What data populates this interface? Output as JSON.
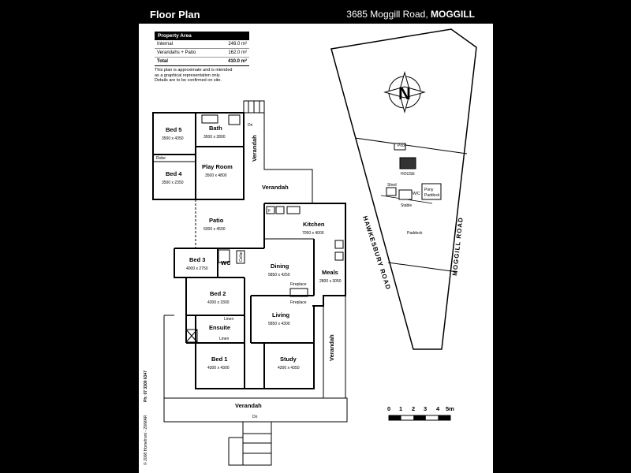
{
  "header": {
    "title": "Floor Plan",
    "address_prefix": "3685 Moggill Road, ",
    "address_suburb": "MOGGILL"
  },
  "property_area": {
    "heading": "Property Area",
    "rows": [
      {
        "label": "Internal",
        "value": "248.0 m²"
      },
      {
        "label": "Verandahs + Patio",
        "value": "162.0 m²"
      }
    ],
    "total": {
      "label": "Total",
      "value": "410.0 m²"
    },
    "note": [
      "This plan is approximate and is intended",
      "as a graphical representation only.",
      "Details are to be confirmed on site."
    ]
  },
  "rooms": {
    "bed5": {
      "name": "Bed 5",
      "dim": "3500 x 4350"
    },
    "bath": {
      "name": "Bath",
      "dim": "3500 x 2800"
    },
    "robe": {
      "name": "Robe"
    },
    "bed4": {
      "name": "Bed 4",
      "dim": "3500 x 2350"
    },
    "playroom": {
      "name": "Play Room",
      "dim": "3500 x 4800"
    },
    "verandah_right": {
      "name": "Verandah"
    },
    "verandah_mid": {
      "name": "Verandah"
    },
    "dn_top": {
      "name": "Dn"
    },
    "patio": {
      "name": "Patio",
      "dim": "6000 x 4500"
    },
    "kitchen": {
      "name": "Kitchen",
      "dim": "7050 x 4000"
    },
    "fridge": {
      "name": "F"
    },
    "bed3": {
      "name": "Bed 3",
      "dim": "4000 x 2750"
    },
    "wc": {
      "name": "WC"
    },
    "cellar": {
      "name": "Cellar"
    },
    "dining": {
      "name": "Dining",
      "dim": "5850 x 4250"
    },
    "meals": {
      "name": "Meals",
      "dim": "2800 x 3050"
    },
    "fireplace_top": {
      "name": "Fireplace"
    },
    "fireplace_bottom": {
      "name": "Fireplace"
    },
    "bed2": {
      "name": "Bed 2",
      "dim": "4300 x 3300"
    },
    "linen1": {
      "name": "Linen"
    },
    "ensuite": {
      "name": "Ensuite"
    },
    "linen2": {
      "name": "Linen"
    },
    "living": {
      "name": "Living",
      "dim": "5850 x 4300"
    },
    "bed1": {
      "name": "Bed 1",
      "dim": "4300 x 4300"
    },
    "study": {
      "name": "Study",
      "dim": "4200 x 4350"
    },
    "verandah_east": {
      "name": "Verandah"
    },
    "verandah_bottom": {
      "name": "Verandah"
    },
    "dn_bottom": {
      "name": "Dn"
    }
  },
  "site": {
    "compass": "N",
    "pool": "Pool",
    "house": "HOUSE",
    "shed": "Shed",
    "wc": "W/C",
    "stable": "Stable",
    "pony_paddock": [
      "Pony",
      "Paddock"
    ],
    "paddock": "Paddock",
    "road_hawkesbury": "HAWKESBURY ROAD",
    "road_moggill": "MOGGILL ROAD"
  },
  "scale": {
    "ticks": [
      "0",
      "1",
      "2",
      "3",
      "4",
      "5m"
    ]
  },
  "credit": {
    "copyright": "© 2008 Homefront - 29/MAR",
    "phone": "Ph: 07 3300 6347"
  }
}
